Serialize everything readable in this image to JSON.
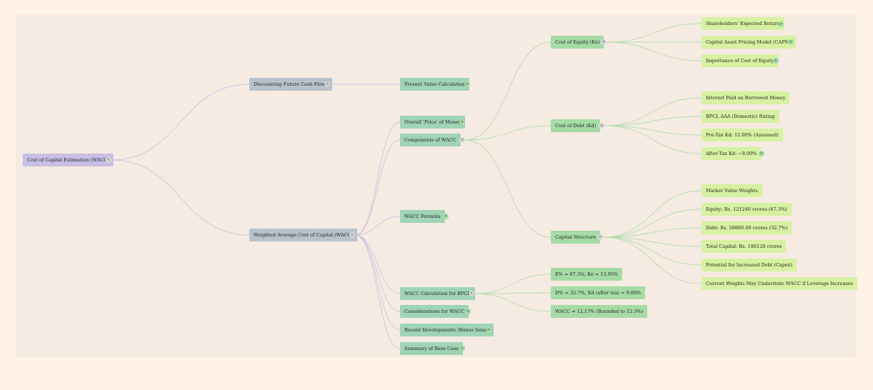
{
  "colors": {
    "page_background": "#fff3e6",
    "canvas_background": "#f5ebe2",
    "root": "#c7bfe4",
    "level1": "#b7c2cc",
    "level2": "#9fd4b6",
    "level3": "#a6dba6",
    "level4": "#d6f1a1",
    "link_purple": "#cfc2e0",
    "link_green": "#b3deaf"
  },
  "icons": {
    "expanded": "chevron-left-icon",
    "collapsed": "chevron-right-icon"
  },
  "toggle": {
    "expanded": "<",
    "collapsed": ">"
  },
  "mindmap": {
    "root": {
      "label": "Cost of Capital Estimation (WACC)"
    },
    "discounting": {
      "label": "Discounting Future Cash Flows",
      "present_value": "Present Value Calculation"
    },
    "wacc": {
      "label": "Weighted Average Cost of Capital (WACC)",
      "overall_price": "Overall 'Price' of Money",
      "components": {
        "label": "Components of WACC",
        "equity": {
          "label": "Cost of Equity (Ke)",
          "children": [
            "Shareholders' Expected Return",
            "Capital Asset Pricing Model (CAPM)",
            "Importance of Cost of Equity"
          ]
        },
        "debt": {
          "label": "Cost of Debt (Kd)",
          "children": [
            "Interest Paid on Borrowed Money",
            "BPCL AAA (Domestic) Rating",
            "Pre-Tax Kd: 12.00% (Assumed)",
            "After-Tax Kd: ~9.00%"
          ]
        },
        "structure": {
          "label": "Capital Structure",
          "children": [
            "Market Value Weights",
            "Equity: Rs. 121240 crores (67.3%)",
            "Debt: Rs. 58880.00 crores (32.7%)",
            "Total Capital: Rs. 180120 crores",
            "Potential for Increased Debt (Capex)",
            "Current Weights May Understate WACC if Leverage Increases"
          ]
        }
      },
      "formula": "WACC Formula",
      "calculation": {
        "label": "WACC Calculation for BPCL",
        "children": [
          "E% ≈ 67.3%, Ke ≈ 13.95%",
          "D% ≈ 32.7%, Kd (after tax) ≈ 9.00%",
          "WACC ≈ 12.17% (Rounded to 12.3%)"
        ]
      },
      "considerations": "Considerations for WACC",
      "recent": "Recent Developments (Bonus Issue)",
      "summary": "Summary of Base Case"
    }
  }
}
